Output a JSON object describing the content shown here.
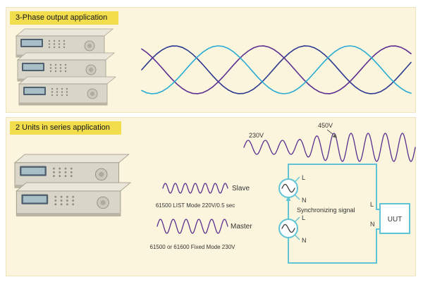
{
  "colors": {
    "panel_bg": "#FBF5DD",
    "header_bg": "#F2DE4D",
    "wave_purple": "#5B2E90",
    "wave_navy": "#2B3990",
    "wave_cyan": "#29ABD4",
    "circuit": "#5FC4D6",
    "ink": "#151515"
  },
  "sections": {
    "three_phase": {
      "title": "3-Phase output application"
    },
    "series": {
      "title": "2 Units in series application"
    }
  },
  "series_labels": {
    "v230": "230V",
    "v450": "450V",
    "slave": "Slave",
    "master": "Master",
    "slave_caption": "61500 LIST Mode 220V/0.5 sec",
    "master_caption": "61500 or 61600 Fixed Mode 230V",
    "sync": "Synchronizing signal",
    "uut": "UUT",
    "line": "L",
    "neutral": "N"
  }
}
